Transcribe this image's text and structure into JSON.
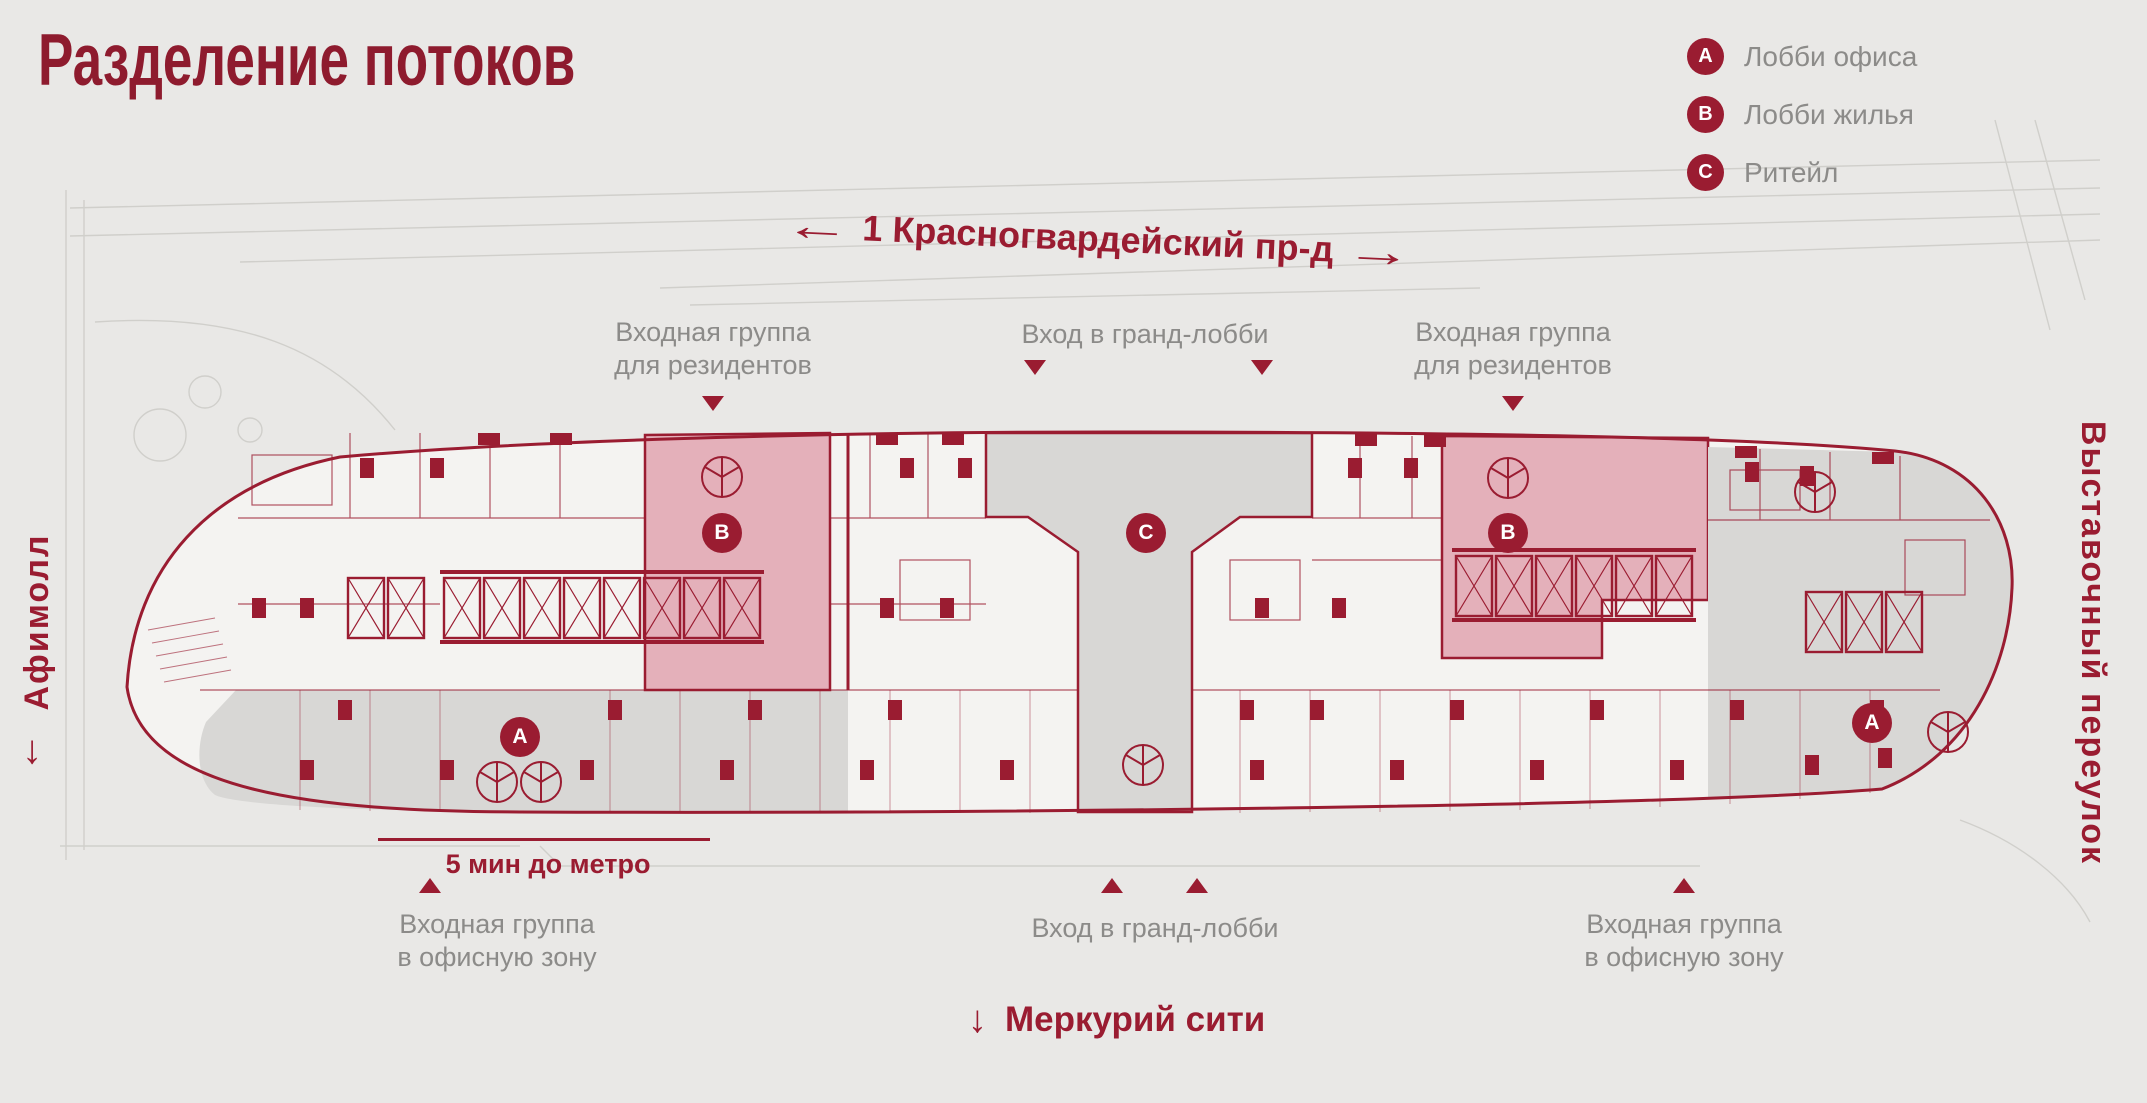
{
  "title": "Разделение потоков",
  "legend": {
    "items": [
      {
        "letter": "A",
        "label": "Лобби офиса"
      },
      {
        "letter": "B",
        "label": "Лобби жилья"
      },
      {
        "letter": "C",
        "label": "Ритейл"
      }
    ]
  },
  "streets": {
    "top": "1 Красногвардейский пр-д",
    "left": "Афимолл",
    "right": "Выставочный переулок",
    "bottom": "Меркурий сити"
  },
  "icons": {
    "arrow_left": "←",
    "arrow_right": "→",
    "arrow_down": "↓"
  },
  "callouts": {
    "top_left": {
      "line1": "Входная группа",
      "line2": "для резидентов"
    },
    "top_center": "Вход в гранд-лобби",
    "top_right": {
      "line1": "Входная группа",
      "line2": "для резидентов"
    },
    "bottom_left": {
      "line1": "Входная группа",
      "line2": "в офисную зону"
    },
    "bottom_center": "Вход в гранд-лобби",
    "bottom_right": {
      "line1": "Входная группа",
      "line2": "в офисную зону"
    },
    "metro": "5 мин до метро"
  },
  "plan": {
    "badges": [
      {
        "zone": "residential-lobby-left",
        "letter": "B"
      },
      {
        "zone": "retail-grand-lobby",
        "letter": "C"
      },
      {
        "zone": "residential-lobby-right",
        "letter": "B"
      },
      {
        "zone": "office-lobby-left",
        "letter": "A"
      },
      {
        "zone": "office-lobby-right",
        "letter": "A"
      }
    ]
  },
  "colors": {
    "accent": "#9a1c31",
    "title": "#8e1b2e",
    "zone_gray": "#d8d7d5",
    "zone_pink": "#e4b0ba",
    "text_gray": "#8c8b89",
    "background": "#e9e8e6",
    "plan_fill": "#f4f3f1"
  }
}
